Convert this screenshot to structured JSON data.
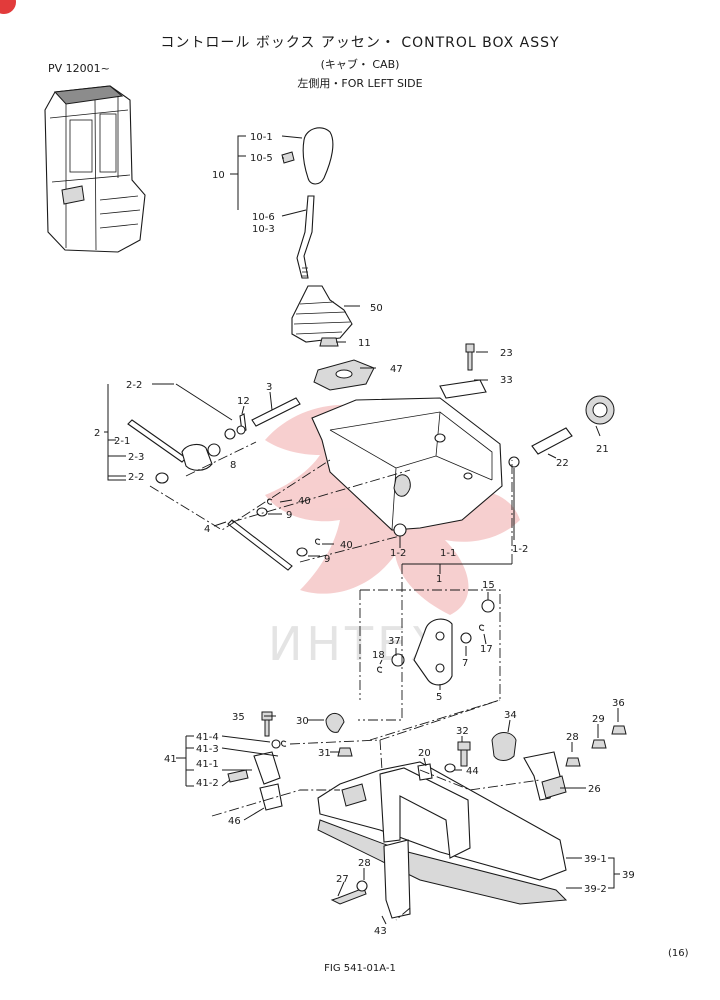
{
  "header": {
    "title": "コントロール ボックス アッセン・ CONTROL BOX ASSY",
    "subtitle_1": "(キャブ・ CAB)",
    "subtitle_2": "左側用・FOR LEFT SIDE",
    "serial": "PV 12001~"
  },
  "footer": {
    "figure_id": "FIG 541-01A-1",
    "page_number": "(16)"
  },
  "watermark": {
    "text": "ИНТЕХ",
    "color": "#e8a0a0"
  },
  "callouts": {
    "c10": "10",
    "c10_1": "10-1",
    "c10_5": "10-5",
    "c10_6": "10-6",
    "c10_3": "10-3",
    "c50": "50",
    "c11": "11",
    "c47": "47",
    "c23": "23",
    "c33": "33",
    "c3": "3",
    "c12": "12",
    "c2": "2",
    "c2_2a": "2-2",
    "c2_1": "2-1",
    "c2_3": "2-3",
    "c2_2b": "2-2",
    "c8": "8",
    "c21": "21",
    "c22": "22",
    "c40a": "40",
    "c9a": "9",
    "c4": "4",
    "c40b": "40",
    "c9b": "9",
    "c1_2a": "1-2",
    "c1_1": "1-1",
    "c1": "1",
    "c1_2b": "1-2",
    "c15": "15",
    "c37": "37",
    "c18": "18",
    "c7": "7",
    "c17": "17",
    "c5": "5",
    "c35": "35",
    "c30": "30",
    "c34": "34",
    "c32": "32",
    "c29": "29",
    "c36": "36",
    "c41_4": "41-4",
    "c41_3": "41-3",
    "c41": "41",
    "c41_1": "41-1",
    "c41_2": "41-2",
    "c31": "31",
    "c20": "20",
    "c44": "44",
    "c28a": "28",
    "c26": "26",
    "c46": "46",
    "c39_1": "39-1",
    "c39": "39",
    "c39_2": "39-2",
    "c28b": "28",
    "c27": "27",
    "c43": "43"
  }
}
